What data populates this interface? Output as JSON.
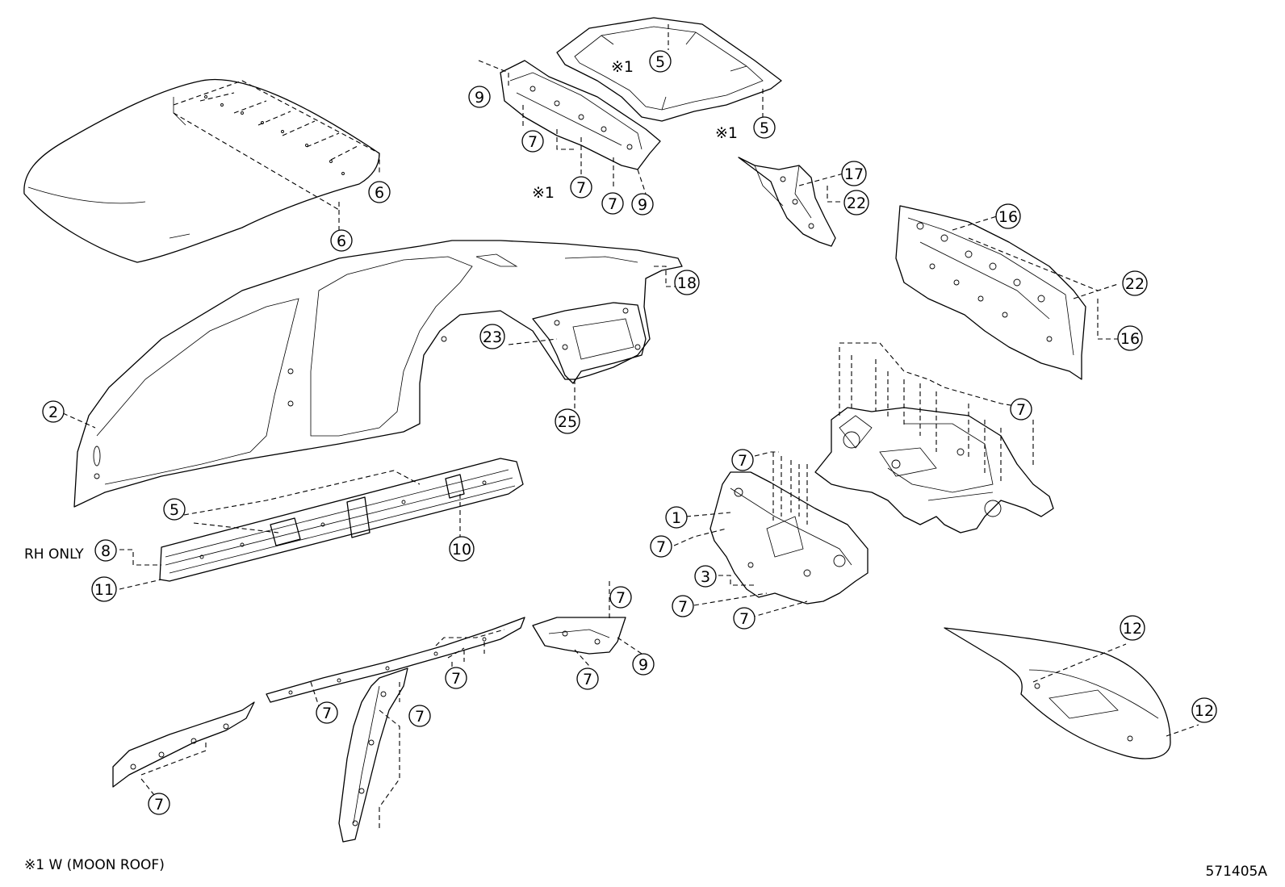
{
  "footnote": "※1 W (MOON ROOF)",
  "illustration_code": "571405A",
  "rh_only_label": "RH ONLY",
  "star_mark": "※1",
  "callouts": [
    {
      "id": "c-5a",
      "label": "5",
      "star": true
    },
    {
      "id": "c-5b",
      "label": "5",
      "star": true
    },
    {
      "id": "c-5c",
      "label": "5",
      "star": false
    },
    {
      "id": "c-9a",
      "label": "9",
      "star": false
    },
    {
      "id": "c-9b",
      "label": "9",
      "star": false
    },
    {
      "id": "c-9c",
      "label": "9",
      "star": false
    },
    {
      "id": "c-7a",
      "label": "7",
      "star": false
    },
    {
      "id": "c-7b",
      "label": "7",
      "star": true
    },
    {
      "id": "c-7c",
      "label": "7",
      "star": false
    },
    {
      "id": "c-6a",
      "label": "6",
      "star": false
    },
    {
      "id": "c-6b",
      "label": "6",
      "star": false
    },
    {
      "id": "c-17",
      "label": "17",
      "star": false
    },
    {
      "id": "c-22a",
      "label": "22",
      "star": false
    },
    {
      "id": "c-16a",
      "label": "16",
      "star": false
    },
    {
      "id": "c-22b",
      "label": "22",
      "star": false
    },
    {
      "id": "c-16b",
      "label": "16",
      "star": false
    },
    {
      "id": "c-18",
      "label": "18",
      "star": false
    },
    {
      "id": "c-23",
      "label": "23",
      "star": false
    },
    {
      "id": "c-25",
      "label": "25",
      "star": false
    },
    {
      "id": "c-2",
      "label": "2",
      "star": false
    },
    {
      "id": "c-7d",
      "label": "7",
      "star": false
    },
    {
      "id": "c-7e",
      "label": "7",
      "star": false
    },
    {
      "id": "c-1",
      "label": "1",
      "star": false
    },
    {
      "id": "c-7f",
      "label": "7",
      "star": false
    },
    {
      "id": "c-3",
      "label": "3",
      "star": false
    },
    {
      "id": "c-7g",
      "label": "7",
      "star": false
    },
    {
      "id": "c-7h",
      "label": "7",
      "star": false
    },
    {
      "id": "c-10",
      "label": "10",
      "star": false
    },
    {
      "id": "c-8",
      "label": "8",
      "star": false
    },
    {
      "id": "c-11",
      "label": "11",
      "star": false
    },
    {
      "id": "c-7i",
      "label": "7",
      "star": false
    },
    {
      "id": "c-7j",
      "label": "7",
      "star": false
    },
    {
      "id": "c-7k",
      "label": "7",
      "star": false
    },
    {
      "id": "c-7l",
      "label": "7",
      "star": false
    },
    {
      "id": "c-7m",
      "label": "7",
      "star": false
    },
    {
      "id": "c-7n",
      "label": "7",
      "star": false
    },
    {
      "id": "c-12a",
      "label": "12",
      "star": false
    },
    {
      "id": "c-12b",
      "label": "12",
      "star": false
    }
  ]
}
